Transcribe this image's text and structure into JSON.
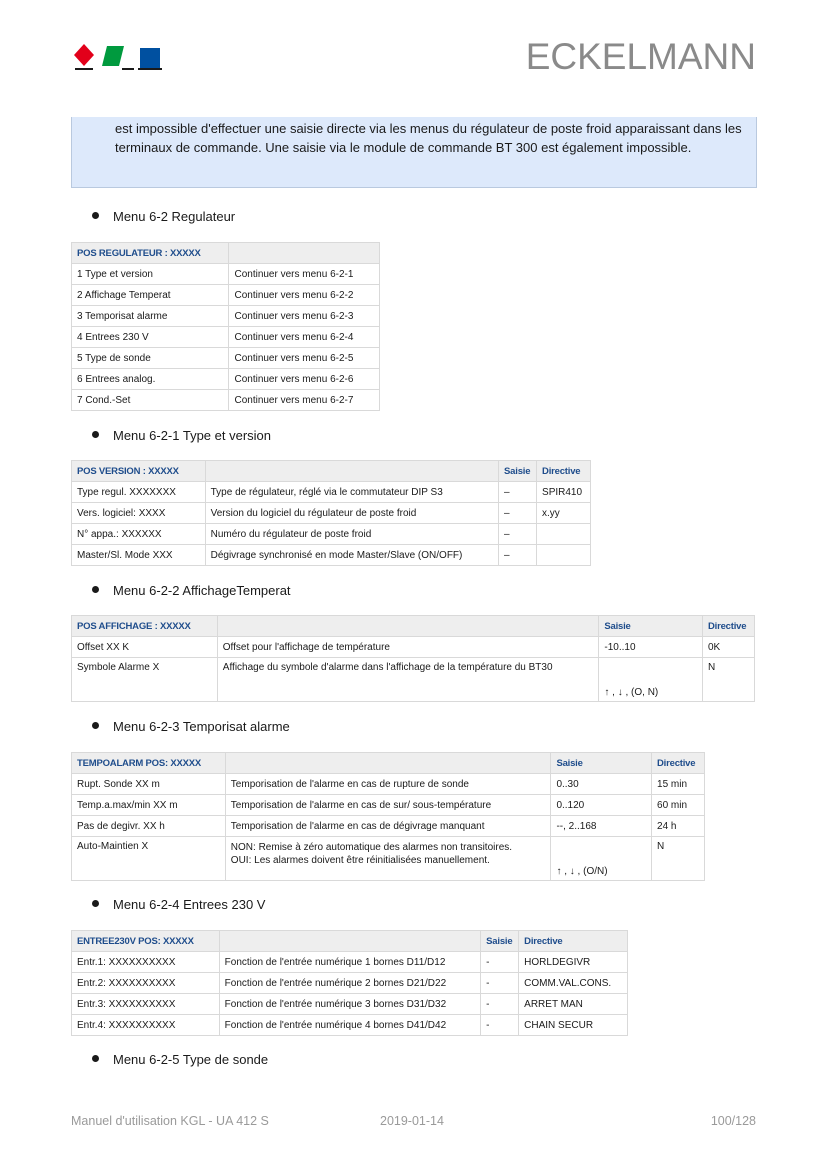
{
  "header": {
    "brand": "ECKELMANN"
  },
  "note": {
    "text": "est impossible d'effectuer une saisie directe via les menus du régulateur de poste froid apparaissant dans les terminaux de commande. Une saisie via le module de commande BT 300 est également impossible."
  },
  "sections": [
    "Menu 6-2 Regulateur",
    "Menu 6-2-1 Type et version",
    "Menu 6-2-2 AffichageTemperat",
    "Menu 6-2-3 Temporisat alarme",
    "Menu 6-2-4 Entrees 230 V",
    "Menu 6-2-5 Type de sonde"
  ],
  "table_regulateur": {
    "header": [
      "POS REGULATEUR : XXXXX",
      ""
    ],
    "rows": [
      [
        "1 Type et version",
        "Continuer vers menu 6-2-1"
      ],
      [
        "2 Affichage Temperat",
        "Continuer vers menu 6-2-2"
      ],
      [
        "3 Temporisat alarme",
        "Continuer vers menu 6-2-3"
      ],
      [
        "4 Entrees 230 V",
        "Continuer vers menu 6-2-4"
      ],
      [
        "5 Type de sonde",
        "Continuer vers menu 6-2-5"
      ],
      [
        "6 Entrees analog.",
        "Continuer vers menu 6-2-6"
      ],
      [
        "7 Cond.-Set",
        "Continuer vers menu 6-2-7"
      ]
    ]
  },
  "table_version": {
    "header": [
      "POS VERSION : XXXXX",
      "",
      "Saisie",
      "Directive"
    ],
    "rows": [
      [
        "Type regul. XXXXXXX",
        "Type de régulateur, réglé via le commutateur DIP S3",
        "–",
        "SPIR410"
      ],
      [
        "Vers. logiciel: XXXX",
        "Version du logiciel du régulateur de poste froid",
        "–",
        "x.yy"
      ],
      [
        "N° appa.: XXXXXX",
        "Numéro du régulateur de poste froid",
        "–",
        ""
      ],
      [
        "Master/Sl. Mode XXX",
        "Dégivrage synchronisé en mode Master/Slave (ON/OFF)",
        "–",
        ""
      ]
    ]
  },
  "table_affichage": {
    "header": [
      "POS AFFICHAGE : XXXXX",
      "",
      "Saisie",
      "Directive"
    ],
    "rows": [
      [
        "Offset XX K",
        "Offset pour l'affichage de température",
        "-10..10",
        "0K"
      ],
      [
        "Symbole Alarme X",
        "Affichage du symbole d'alarme dans l'affichage de la température du BT30",
        "↑ , ↓ , (O, N)",
        "N"
      ]
    ]
  },
  "table_tempo": {
    "header": [
      "TEMPOALARM POS: XXXXX",
      "",
      "Saisie",
      "Directive"
    ],
    "rows": [
      [
        "Rupt. Sonde XX m",
        "Temporisation de l'alarme en cas de rupture de sonde",
        "0..30",
        "15 min"
      ],
      [
        "Temp.a.max/min XX m",
        "Temporisation de l'alarme en cas de sur/ sous-température",
        "0..120",
        "60 min"
      ],
      [
        "Pas de degivr. XX h",
        "Temporisation de l'alarme en cas de dégivrage manquant",
        "--, 2..168",
        "24 h"
      ],
      [
        "Auto-Maintien X",
        "NON: Remise à zéro automatique des alarmes non transitoires.",
        "↑ , ↓ , (O/N)",
        "N"
      ]
    ],
    "auto_line2": "OUI: Les alarmes doivent être réinitialisées manuellement."
  },
  "table_entrees": {
    "header": [
      "ENTREE230V POS: XXXXX",
      "",
      "Saisie",
      "Directive"
    ],
    "rows": [
      [
        "Entr.1: XXXXXXXXXX",
        "Fonction de l'entrée numérique 1 bornes D11/D12",
        "-",
        "HORLDEGIVR"
      ],
      [
        "Entr.2: XXXXXXXXXX",
        "Fonction de l'entrée numérique 2 bornes D21/D22",
        "-",
        "COMM.VAL.CONS."
      ],
      [
        "Entr.3: XXXXXXXXXX",
        "Fonction de l'entrée numérique 3 bornes D31/D32",
        "-",
        "ARRET MAN"
      ],
      [
        "Entr.4: XXXXXXXXXX",
        "Fonction de l'entrée numérique 4 bornes D41/D42",
        "-",
        "CHAIN SECUR"
      ]
    ]
  },
  "footer": {
    "title": "Manuel d'utilisation KGL - UA 412 S",
    "date": "2019-01-14",
    "page": "100/128"
  },
  "colors": {
    "note_bg": "#dde9fb",
    "header_text": "#1f4d8c",
    "logo_red": "#e2001a",
    "logo_green": "#009a3e",
    "logo_blue": "#0050a0"
  }
}
